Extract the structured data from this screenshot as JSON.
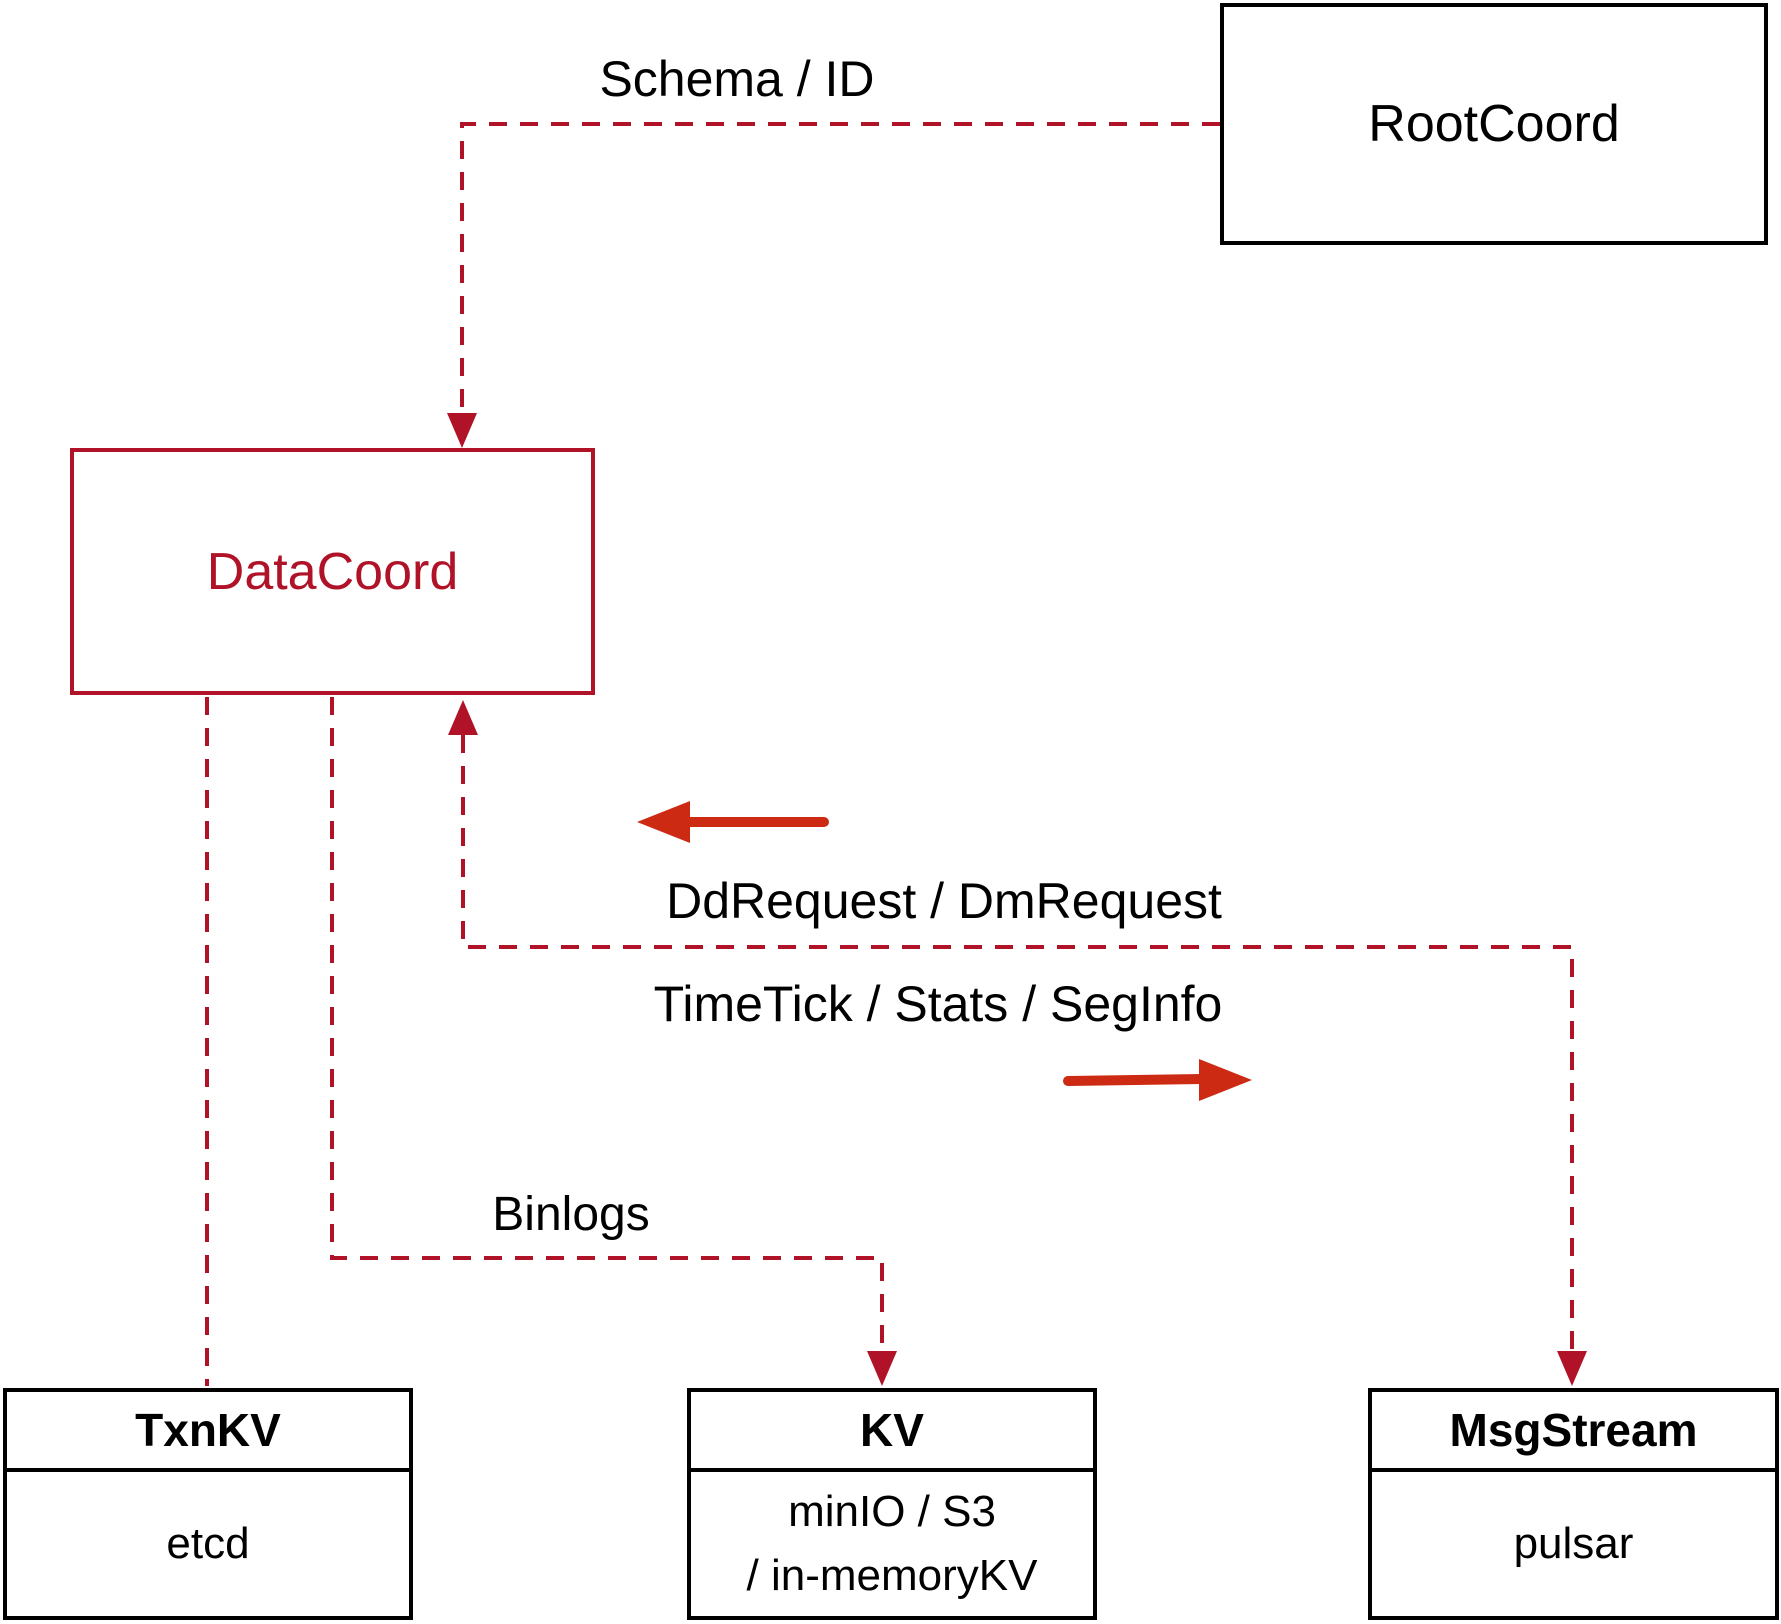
{
  "diagram": {
    "nodes": {
      "rootcoord": {
        "label": "RootCoord"
      },
      "datacoord": {
        "label": "DataCoord"
      },
      "txnkv": {
        "title": "TxnKV",
        "body": "etcd"
      },
      "kv": {
        "title": "KV",
        "body_line1": "minIO / S3",
        "body_line2": "/ in-memoryKV"
      },
      "msgstream": {
        "title": "MsgStream",
        "body": "pulsar"
      }
    },
    "edge_labels": {
      "schema_id": "Schema / ID",
      "dd_dm_request": "DdRequest / DmRequest",
      "timetick_stats_seginfo": "TimeTick / Stats / SegInfo",
      "binlogs": "Binlogs"
    },
    "colors": {
      "edge_crimson": "#b01228",
      "solid_arrow_red": "#cc2a12",
      "node_border_black": "#000000",
      "text_black": "#000000",
      "datacoord_accent": "#b01228",
      "background": "#ffffff"
    }
  }
}
